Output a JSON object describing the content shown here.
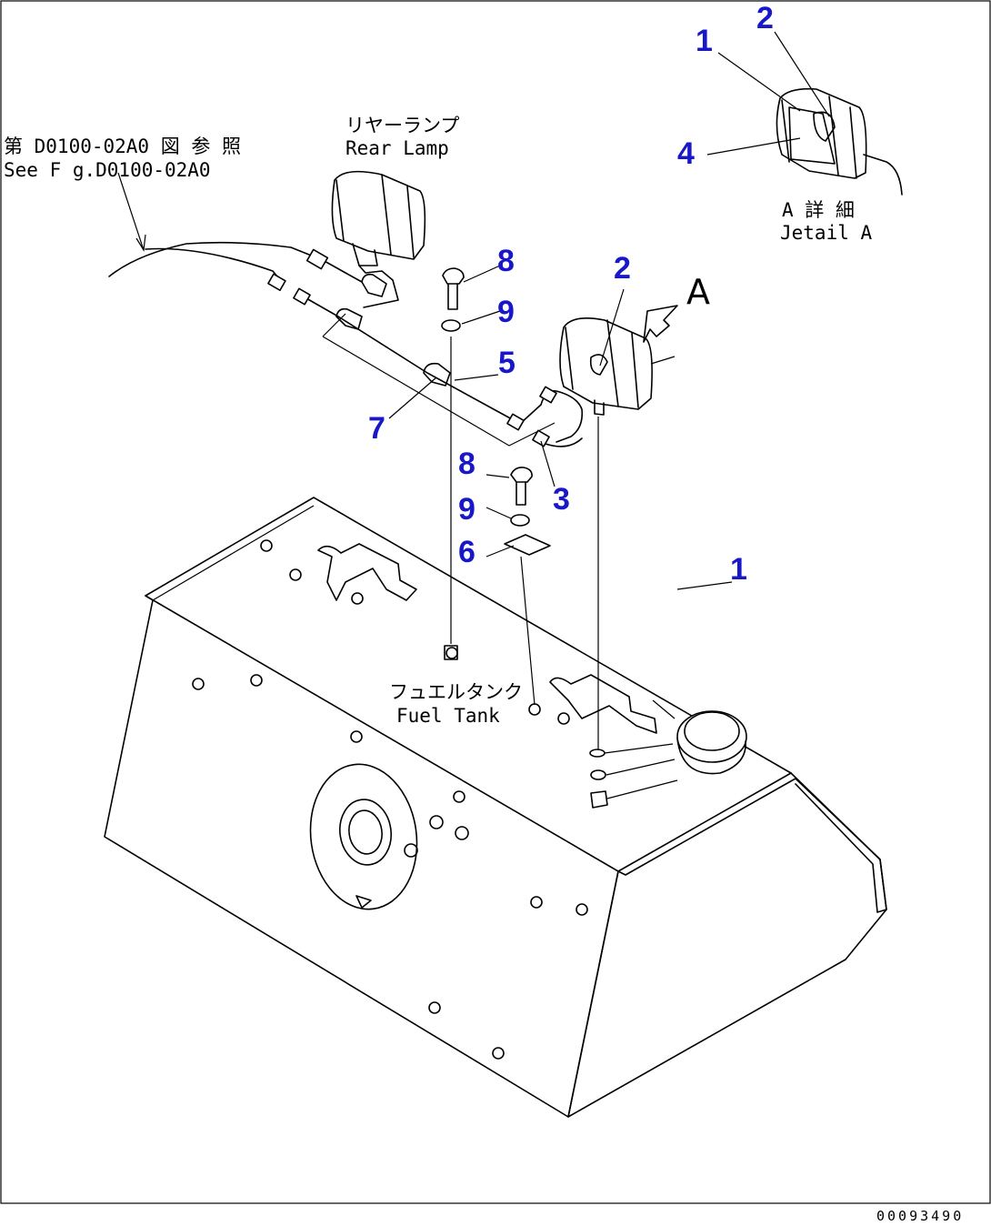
{
  "callouts": {
    "c1_detail": "1",
    "c2_detail": "2",
    "c4_detail": "4",
    "c8_top": "8",
    "c9_top": "9",
    "c2_lamp": "2",
    "c5": "5",
    "c7": "7",
    "c8_mid": "8",
    "c3": "3",
    "c9_mid": "9",
    "c6": "6",
    "c1_tank": "1"
  },
  "labels": {
    "ref_jp": "第 D0100-02A0 図 参 照",
    "ref_en": "See F g.D0100-02A0",
    "rear_lamp_jp": "リヤーランプ",
    "rear_lamp_en": "Rear Lamp",
    "view_marker": "A",
    "detail_jp": "A 詳 細",
    "detail_en": "Jetail A",
    "fuel_tank_jp": "フュエルタンク",
    "fuel_tank_en": "Fuel Tank",
    "drawing_code": "00093490"
  },
  "colors": {
    "callout": "#1818c8",
    "line": "#000000"
  }
}
